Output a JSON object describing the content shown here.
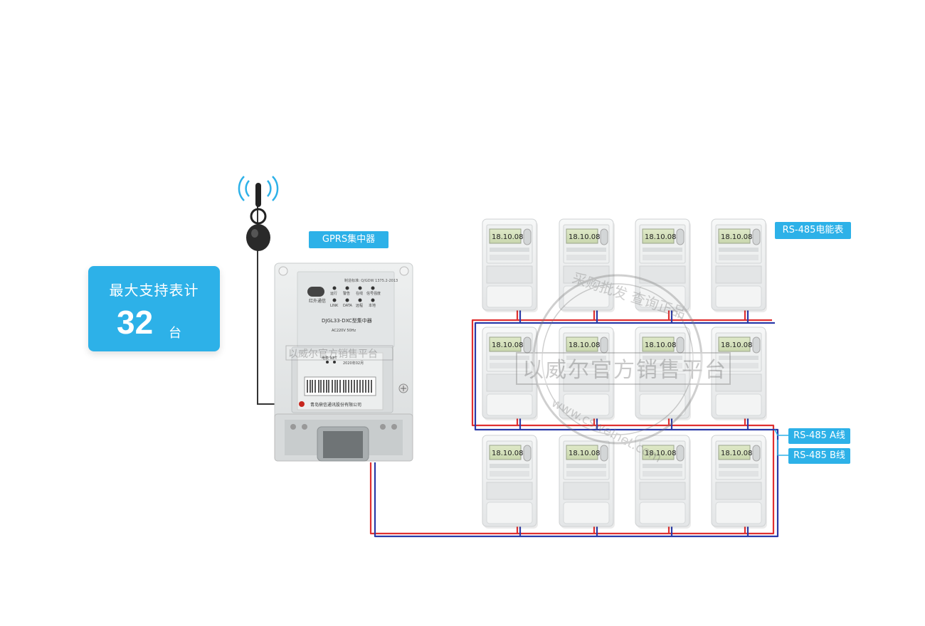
{
  "info_card": {
    "title": "最大支持表计",
    "count": "32",
    "unit": "台"
  },
  "labels": {
    "concentrator": "GPRS集中器",
    "meter": "RS-485电能表",
    "line_a": "RS-485 A线",
    "line_b": "RS-485 B线"
  },
  "concentrator_panel": {
    "standard": "制造标准: Q/GDW 1375.2-2013",
    "ir_label": "红外通信",
    "leds_row1": [
      "运行",
      "警告",
      "在线",
      "信号强度"
    ],
    "leds_row2": [
      "LINK",
      "DATA",
      "远程",
      "本地"
    ],
    "model": "DJGL33-DXC型集中器",
    "voltage": "AC220V 50Hz",
    "module": "电表 NET",
    "date": "2020年02月",
    "company": "青岛鼎信通讯股份有限公司"
  },
  "meter_display": "18.10.08",
  "watermark": {
    "main": "以威尔官方销售平台",
    "url": "www.cswelnet.com",
    "ring": "采购批发 查询正品"
  },
  "colors": {
    "accent": "#2db1e8",
    "wire_a": "#e03030",
    "wire_b": "#2a3aa8"
  }
}
